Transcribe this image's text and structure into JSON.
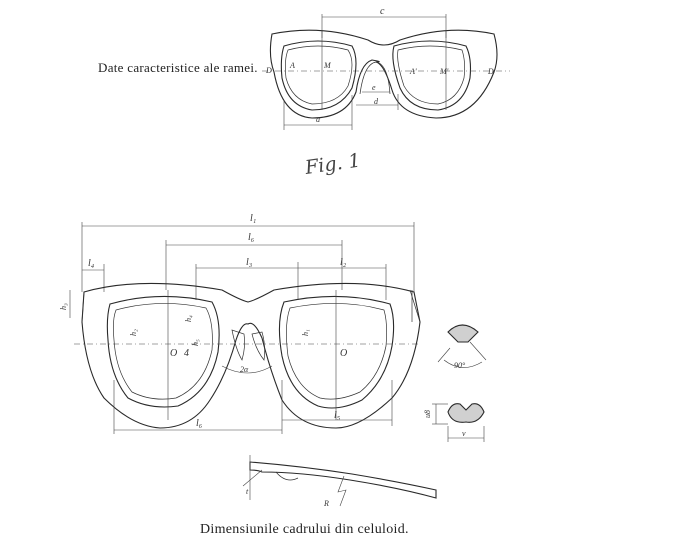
{
  "fig1": {
    "caption": "Date caracteristice ale ramei.",
    "fig_label": "Fig. 1",
    "points": {
      "D": "D",
      "A": "A",
      "M": "M",
      "A2": "A'",
      "M2": "M'",
      "D2": "D'"
    },
    "dims": {
      "c": "c",
      "e": "e",
      "d": "d",
      "a": "a"
    }
  },
  "fig2": {
    "caption": "Dimensiunile cadrului din celuloid.",
    "dims": {
      "l1": "l₁",
      "l6_top": "l₆",
      "l3": "l₃",
      "l2": "l₂",
      "l4": "l₄",
      "h3": "h₃",
      "h2": "h₂",
      "h4": "h₄",
      "h5": "h₅",
      "h1": "h₁",
      "l6_bottom": "l₆",
      "l5": "l₅",
      "angle_2a": "2α",
      "angle_90": "90°",
      "u8": "u8",
      "v": "v",
      "center_left": "O",
      "point_4": "4",
      "center_right": "O",
      "temple_t": "t",
      "temple_r": "R"
    }
  }
}
